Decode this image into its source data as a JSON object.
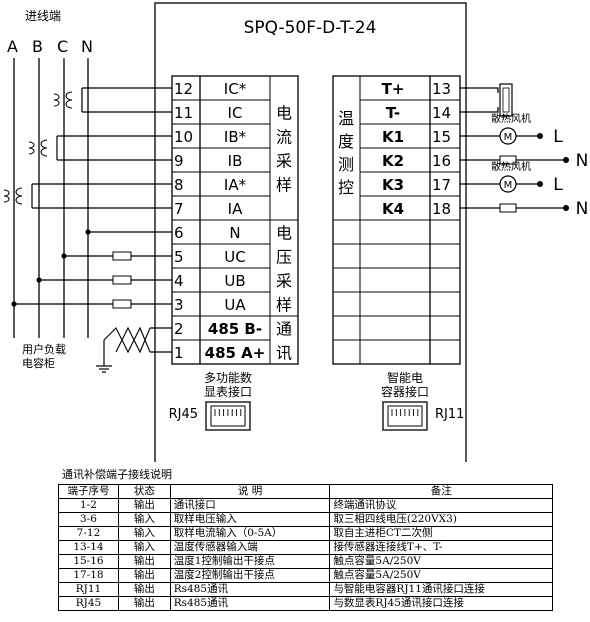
{
  "title": "SPQ-50F-D-T-24",
  "incoming_label": "进线端",
  "phases": [
    "A",
    "B",
    "C",
    "N"
  ],
  "left_terminals": [
    {
      "num": "12",
      "sig": "IC*"
    },
    {
      "num": "11",
      "sig": "IC"
    },
    {
      "num": "10",
      "sig": "IB*"
    },
    {
      "num": "9",
      "sig": "IB"
    },
    {
      "num": "8",
      "sig": "IA*"
    },
    {
      "num": "7",
      "sig": "IA"
    },
    {
      "num": "6",
      "sig": "N"
    },
    {
      "num": "5",
      "sig": "UC"
    },
    {
      "num": "4",
      "sig": "UB"
    },
    {
      "num": "3",
      "sig": "UA"
    },
    {
      "num": "2",
      "sig": "485 B-"
    },
    {
      "num": "1",
      "sig": "485 A+"
    }
  ],
  "left_groups": [
    {
      "chars": [
        "电",
        "流",
        "采",
        "样"
      ]
    },
    {
      "chars": [
        "电",
        "压",
        "采",
        "样"
      ]
    },
    {
      "chars": [
        "通",
        "讯"
      ]
    }
  ],
  "right_terminals": [
    {
      "num": "13",
      "sig": "T+"
    },
    {
      "num": "14",
      "sig": "T-"
    },
    {
      "num": "15",
      "sig": "K1"
    },
    {
      "num": "16",
      "sig": "K2"
    },
    {
      "num": "17",
      "sig": "K3"
    },
    {
      "num": "18",
      "sig": "K4"
    }
  ],
  "right_group_chars": [
    "温",
    "度",
    "测",
    "控"
  ],
  "fan_label": "散热风机",
  "load_labels": {
    "L": "L",
    "N": "N"
  },
  "user_cap_label": [
    "用户负载",
    "电容柜"
  ],
  "port_left": {
    "caption": [
      "多功能数",
      "显表接口"
    ],
    "name": "RJ45"
  },
  "port_right": {
    "caption": [
      "智能电",
      "容器接口"
    ],
    "name": "RJ11"
  },
  "table": {
    "title": "通讯补偿端子接线说明",
    "headers": [
      "端子序号",
      "状态",
      "说  明",
      "备注"
    ],
    "rows": [
      [
        "1-2",
        "输出",
        "通讯接口",
        "终端通讯协议"
      ],
      [
        "3-6",
        "输入",
        "取样电压输入",
        "取三相四线电压(220VX3)"
      ],
      [
        "7-12",
        "输入",
        "取样电流输入（0-5A）",
        "取自主进柜CT二次侧"
      ],
      [
        "13-14",
        "输入",
        "温度传感器输入端",
        "接传感器连接线T+、T-"
      ],
      [
        "15-16",
        "输出",
        "温度1控制输出干接点",
        "触点容量5A/250V"
      ],
      [
        "17-18",
        "输出",
        "温度2控制输出干接点",
        "触点容量5A/250V"
      ],
      [
        "RJ11",
        "输出",
        "Rs485通讯",
        "与智能电容器RJ11通讯接口连接"
      ],
      [
        "RJ45",
        "输出",
        "Rs485通讯",
        "与数显表RJ45通讯接口连接"
      ]
    ]
  }
}
